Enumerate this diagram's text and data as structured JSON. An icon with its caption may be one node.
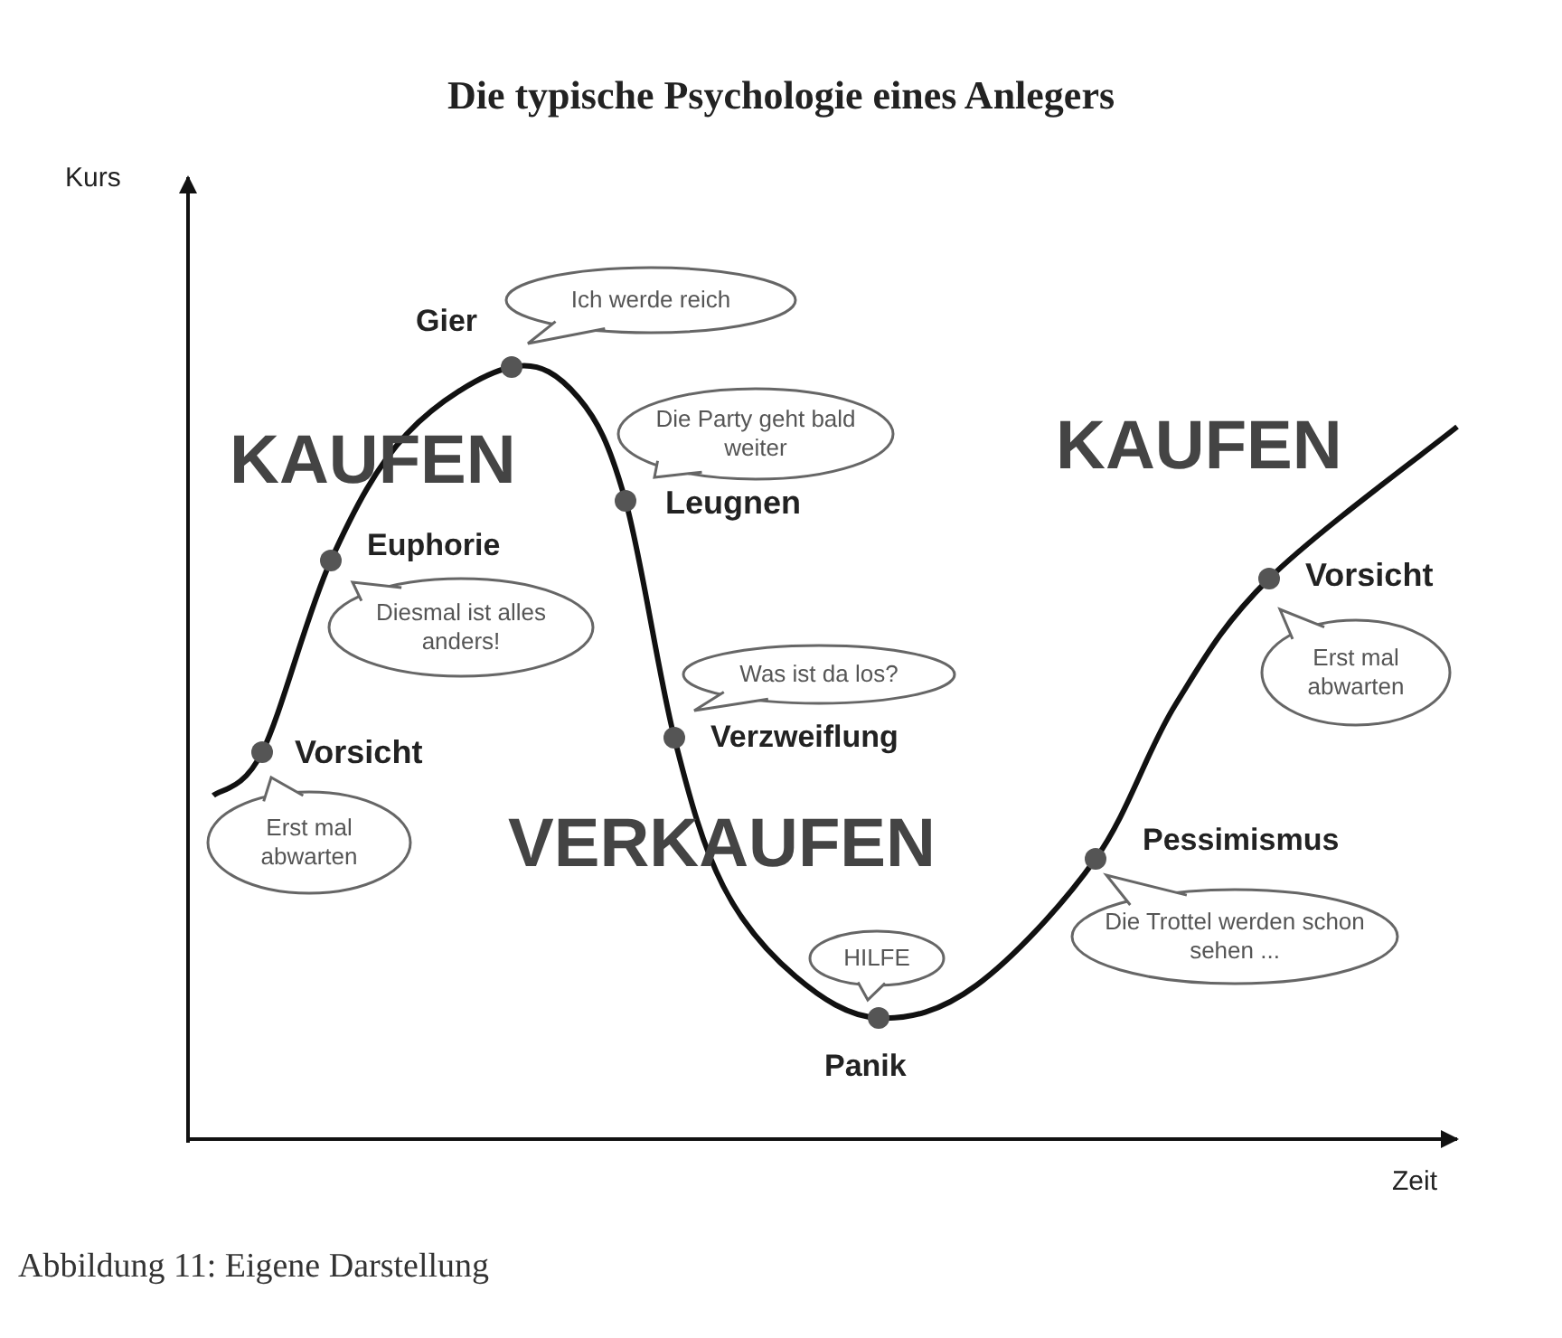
{
  "diagram": {
    "title": "Die typische Psychologie eines Anlegers",
    "caption": "Abbildung 11: Eigene Darstellung",
    "nodes": [
      {
        "text": [
          "Ich werde reich"
        ]
      },
      {
        "text": [
          "Die Party geht bald weiter"
        ]
      },
      {
        "text": [
          "Diesmal ist alles anders!"
        ]
      },
      {
        "text": [
          "Erst mal abwarten"
        ]
      },
      {
        "text": [
          "Was ist da los?"
        ]
      },
      {
        "text": [
          "Erst mal abwarten"
        ]
      },
      {
        "text": [
          "Die Trottel werden schon sehen ..."
        ]
      },
      {
        "text": [
          "HILFE"
        ]
      }
    ],
    "edges": [],
    "labels": [
      "Kurs",
      "Gier",
      "KAUFEN",
      "Leugnen",
      "KAUFEN",
      "Euphorie",
      "Vorsicht",
      "Verzweiflung",
      "Vorsicht",
      "VERKAUFEN",
      "Pessimismus",
      "Panik",
      "Zeit"
    ]
  }
}
